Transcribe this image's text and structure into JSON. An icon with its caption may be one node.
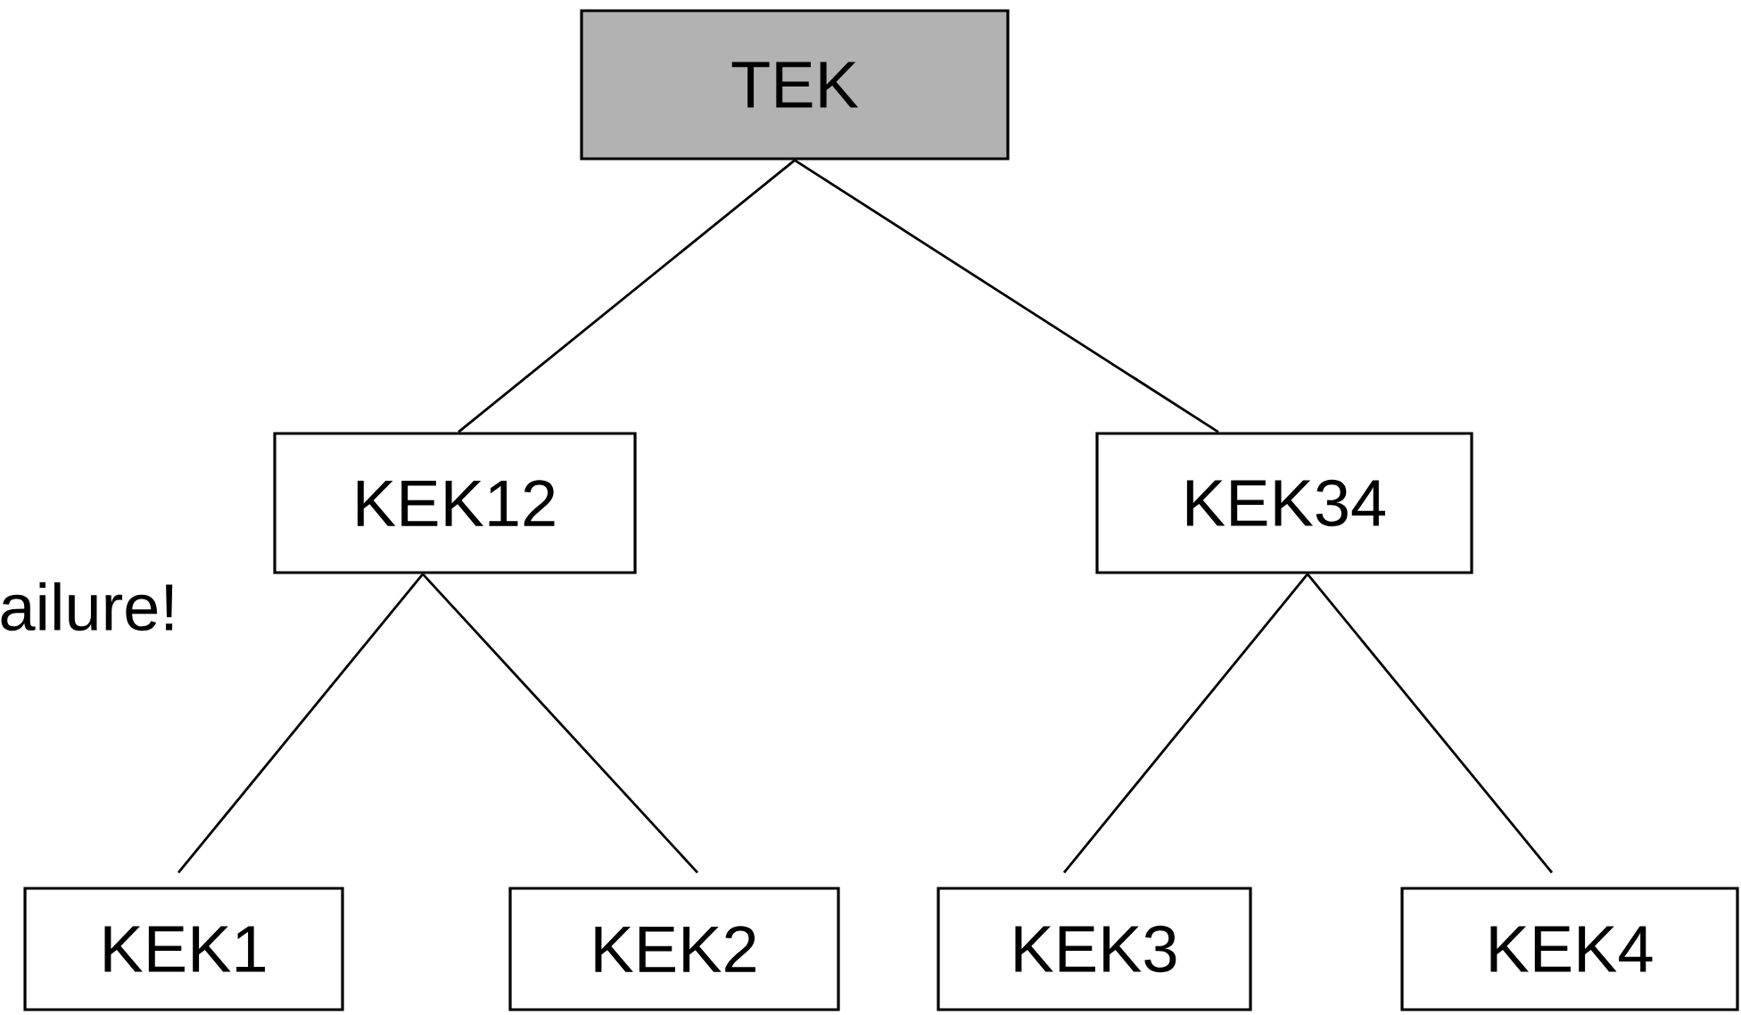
{
  "diagram": {
    "nodes": [
      {
        "text": [
          "TEK"
        ]
      },
      {
        "text": [
          "KEK12"
        ]
      },
      {
        "text": [
          "KEK34"
        ]
      },
      {
        "text": [
          "KEK1"
        ]
      },
      {
        "text": [
          "KEK2"
        ]
      },
      {
        "text": [
          "KEK3"
        ]
      },
      {
        "text": [
          "KEK4"
        ]
      }
    ],
    "edges": [
      {
        "from": 0,
        "to": 1,
        "arrow": "none"
      },
      {
        "from": 0,
        "to": 2,
        "arrow": "none"
      },
      {
        "from": 1,
        "to": 3,
        "arrow": "none"
      },
      {
        "from": 1,
        "to": 4,
        "arrow": "none"
      },
      {
        "from": 2,
        "to": 5,
        "arrow": "none"
      },
      {
        "from": 2,
        "to": 6,
        "arrow": "none"
      }
    ],
    "labels": [
      "ailure!"
    ]
  }
}
